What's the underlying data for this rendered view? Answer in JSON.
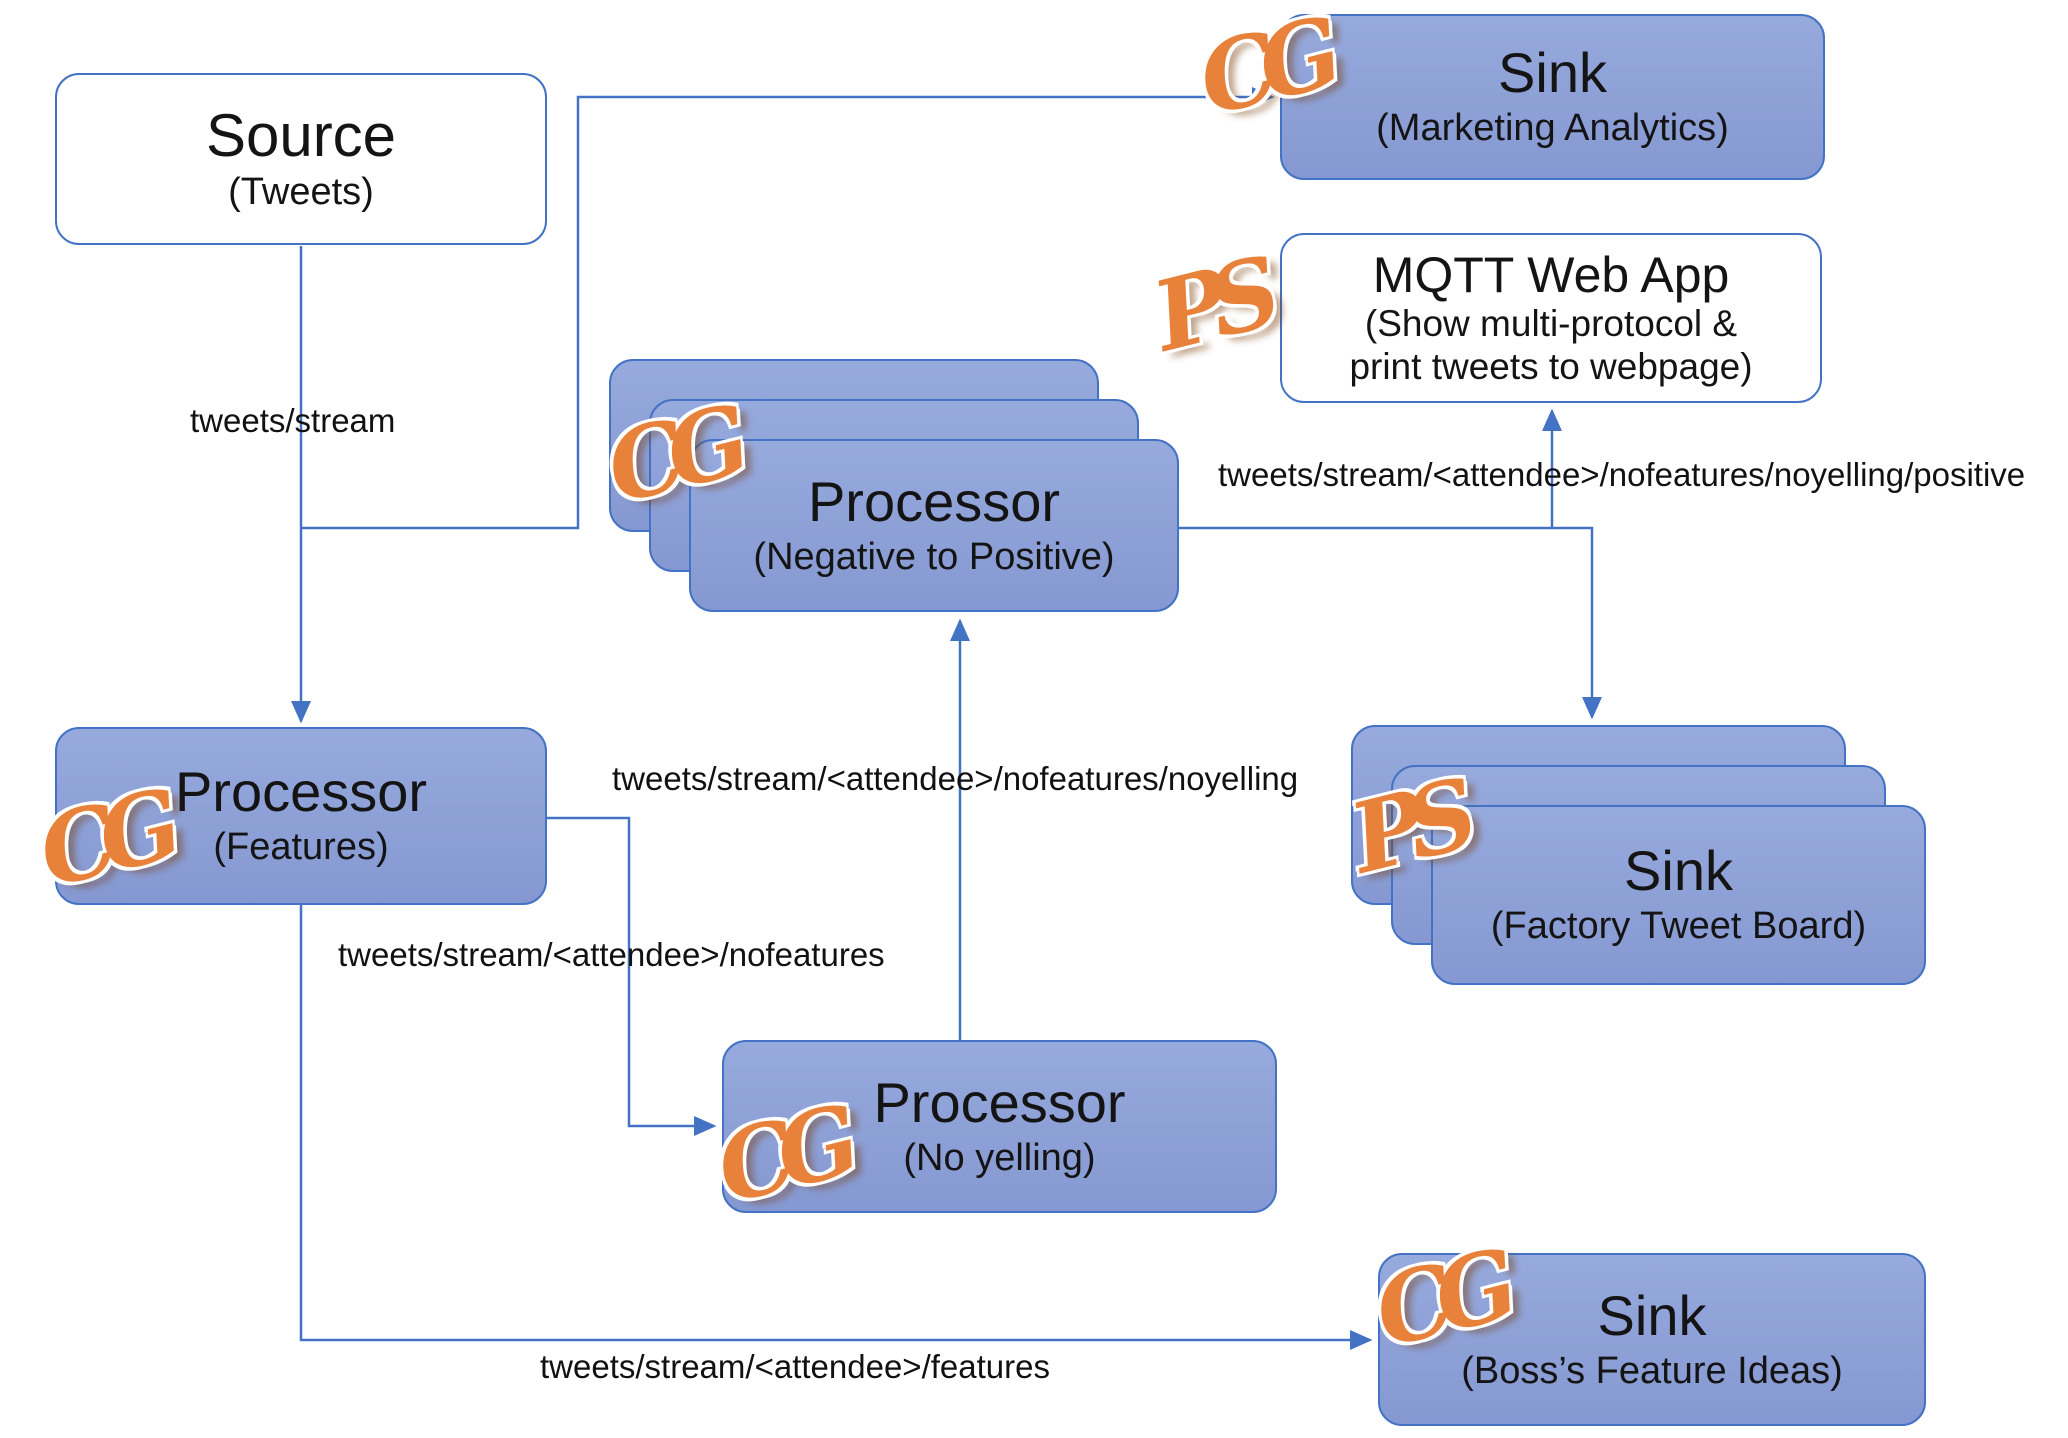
{
  "colors": {
    "node_fill": "#8c9fd6",
    "node_border": "#4472c4",
    "arrow": "#4472c4",
    "logo_orange": "#e8823b"
  },
  "nodes": {
    "source": {
      "title": "Source",
      "subtitle": "(Tweets)"
    },
    "sink_marketing": {
      "logo": "CG",
      "title": "Sink",
      "subtitle": "(Marketing Analytics)"
    },
    "mqtt_web_app": {
      "logo": "PS",
      "title": "MQTT Web App",
      "subtitle1": "(Show multi-protocol &",
      "subtitle2": "print tweets to webpage)"
    },
    "processor_negative": {
      "logo": "CG",
      "title": "Processor",
      "subtitle": "(Negative to Positive)"
    },
    "processor_features": {
      "logo": "CG",
      "title": "Processor",
      "subtitle": "(Features)"
    },
    "sink_factory": {
      "logo": "PS",
      "title": "Sink",
      "subtitle": "(Factory Tweet Board)"
    },
    "processor_no_yelling": {
      "logo": "CG",
      "title": "Processor",
      "subtitle": "(No yelling)"
    },
    "sink_boss": {
      "logo": "CG",
      "title": "Sink",
      "subtitle": "(Boss’s Feature Ideas)"
    }
  },
  "edges": {
    "source_to_features": "tweets/stream",
    "features_to_no_yelling": "tweets/stream/<attendee>/nofeatures",
    "no_yelling_to_negative": "tweets/stream/<attendee>/nofeatures/noyelling",
    "negative_to_sinks": "tweets/stream/<attendee>/nofeatures/noyelling/positive",
    "features_to_boss": "tweets/stream/<attendee>/features"
  }
}
